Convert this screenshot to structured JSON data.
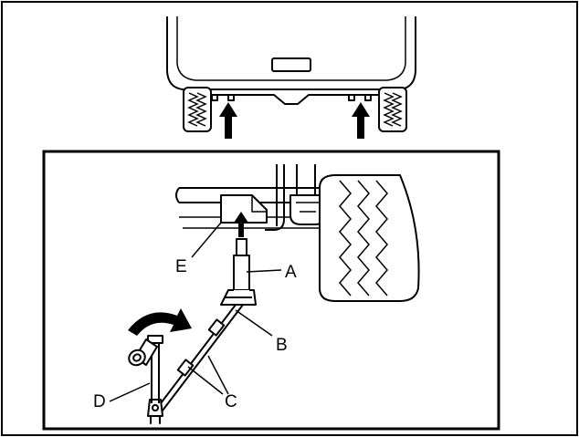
{
  "figure": {
    "labels": {
      "a": "A",
      "b": "B",
      "c": "C",
      "d": "D",
      "e": "E"
    }
  },
  "colors": {
    "line": "#000000",
    "background": "#ffffff"
  }
}
